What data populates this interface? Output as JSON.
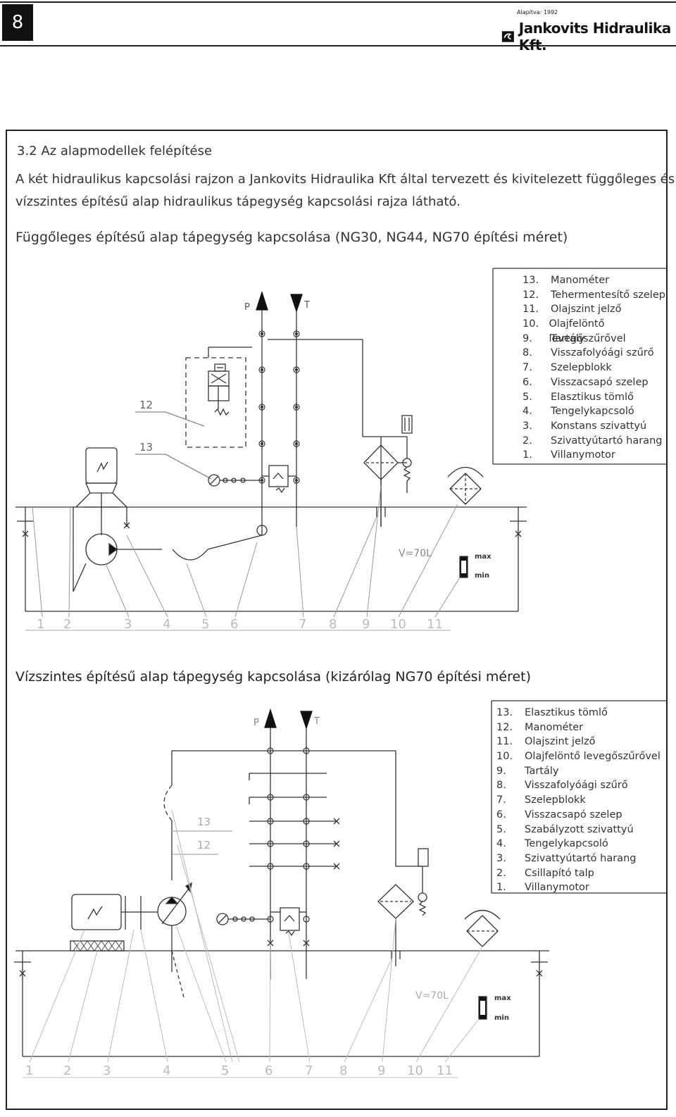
{
  "header": {
    "page_number": "8",
    "founded": "Alapítva: 1992",
    "company": "Jankovits Hidraulika Kft."
  },
  "section": {
    "title": "3.2 Az alapmodellek felépítése",
    "intro_line1": "A két hidraulikus kapcsolási rajzon a Jankovits Hidraulika Kft által tervezett és kivitelezett függőleges és",
    "intro_line2": "vízszintes építésű alap hidraulikus tápegység kapcsolási rajza látható."
  },
  "diagram1": {
    "title": "Függőleges építésű alap tápegység kapcsolása (NG30, NG44, NG70 építési méret)",
    "port_p": "P",
    "port_t": "T",
    "volume": "V=70L",
    "max": "max",
    "min": "min",
    "callout_12": "12",
    "callout_13": "13",
    "bottom_numbers": [
      "1",
      "2",
      "3",
      "4",
      "5",
      "6",
      "7",
      "8",
      "9",
      "10",
      "11"
    ],
    "legend": [
      {
        "num": "13.",
        "label": "Manométer"
      },
      {
        "num": "12.",
        "label": "Tehermentesítő szelep"
      },
      {
        "num": "11.",
        "label": "Olajszint jelző"
      },
      {
        "num": "10.",
        "label": "Olajfelöntő levegőszűrővel"
      },
      {
        "num": "9.",
        "label": "Tartály"
      },
      {
        "num": "8.",
        "label": "Visszafolyóági szűrő"
      },
      {
        "num": "7.",
        "label": "Szelepblokk"
      },
      {
        "num": "6.",
        "label": "Visszacsapó szelep"
      },
      {
        "num": "5.",
        "label": "Elasztikus tömlő"
      },
      {
        "num": "4.",
        "label": "Tengelykapcsoló"
      },
      {
        "num": "3.",
        "label": "Konstans szivattyú"
      },
      {
        "num": "2.",
        "label": "Szivattyútartó harang"
      },
      {
        "num": "1.",
        "label": "Villanymotor"
      }
    ]
  },
  "diagram2": {
    "title": "Vízszintes építésű alap tápegység kapcsolása (kizárólag NG70 építési méret)",
    "port_p": "P",
    "port_t": "T",
    "volume": "V=70L",
    "max": "max",
    "min": "min",
    "callout_13": "13",
    "callout_12": "12",
    "bottom_numbers": [
      "1",
      "2",
      "3",
      "4",
      "5",
      "6",
      "7",
      "8",
      "9",
      "10",
      "11"
    ],
    "legend": [
      {
        "num": "13.",
        "label": "Elasztikus tömlő"
      },
      {
        "num": "12.",
        "label": "Manométer"
      },
      {
        "num": "11.",
        "label": "Olajszint jelző"
      },
      {
        "num": "10.",
        "label": "Olajfelöntő levegőszűrővel"
      },
      {
        "num": "9.",
        "label": "Tartály"
      },
      {
        "num": "8.",
        "label": "Visszafolyóági szűrő"
      },
      {
        "num": "7.",
        "label": "Szelepblokk"
      },
      {
        "num": "6.",
        "label": "Visszacsapó szelep"
      },
      {
        "num": "5.",
        "label": "Szabályzott szivattyú"
      },
      {
        "num": "4.",
        "label": "Tengelykapcsoló"
      },
      {
        "num": "3.",
        "label": "Szivattyútartó harang"
      },
      {
        "num": "2.",
        "label": "Csillapító talp"
      },
      {
        "num": "1.",
        "label": "Villanymotor"
      }
    ]
  }
}
